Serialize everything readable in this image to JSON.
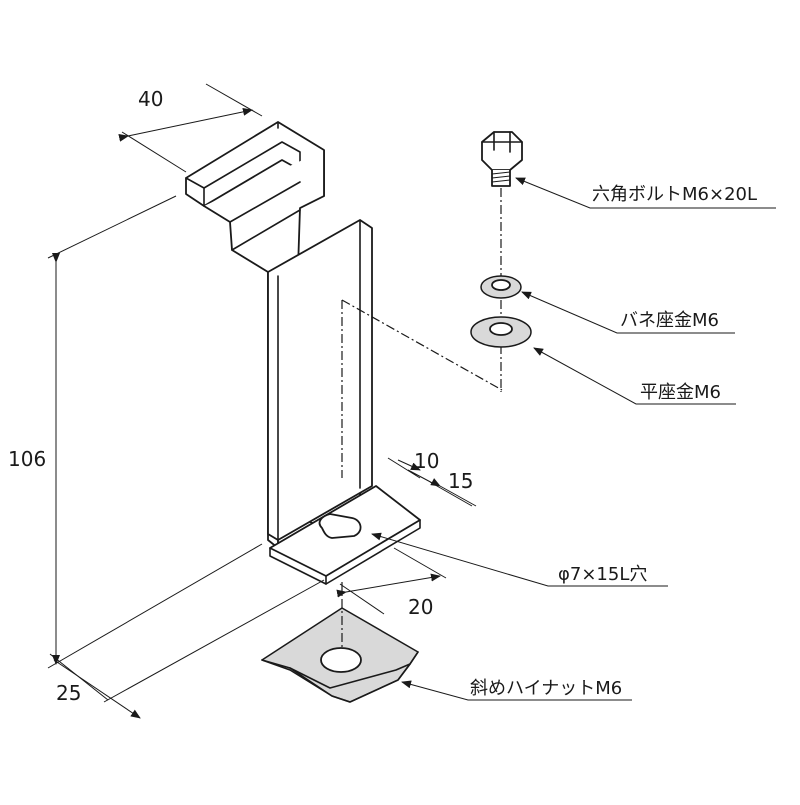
{
  "dimensions": {
    "width_top": "40",
    "height": "106",
    "depth": "25",
    "slot_offset_a": "10",
    "slot_offset_b": "15",
    "slot_offset_c": "20"
  },
  "parts": {
    "hex_bolt": "六角ボルトM6×20L",
    "spring_washer": "バネ座金M6",
    "flat_washer": "平座金M6",
    "slot_hole": "φ7×15L穴",
    "angled_nut": "斜めハイナットM6"
  },
  "colors": {
    "line": "#1a1a1a",
    "shade": "#d9d9d9",
    "background": "#ffffff"
  }
}
